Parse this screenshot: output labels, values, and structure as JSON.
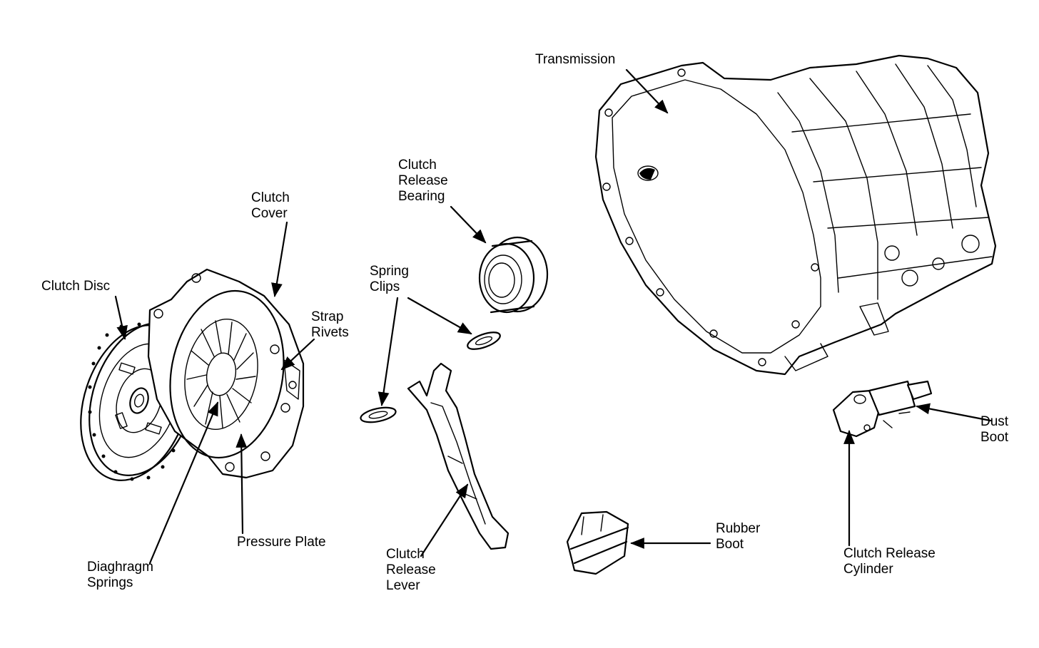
{
  "labels": {
    "transmission": "Transmission",
    "clutch_release_bearing": [
      "Clutch",
      "Release",
      "Bearing"
    ],
    "clutch_cover": [
      "Clutch",
      "Cover"
    ],
    "clutch_disc": "Clutch Disc",
    "strap_rivets": [
      "Strap",
      "Rivets"
    ],
    "spring_clips": [
      "Spring",
      "Clips"
    ],
    "dust_boot": [
      "Dust",
      "Boot"
    ],
    "pressure_plate": "Pressure Plate",
    "rubber_boot": [
      "Rubber",
      "Boot"
    ],
    "diaghragm_springs": [
      "Diaghragm",
      "Springs"
    ],
    "clutch_release_lever": [
      "Clutch",
      "Release",
      "Lever"
    ],
    "clutch_release_cylinder": [
      "Clutch Release",
      "Cylinder"
    ]
  },
  "colors": {
    "ink": "#000000",
    "paper": "#ffffff"
  }
}
